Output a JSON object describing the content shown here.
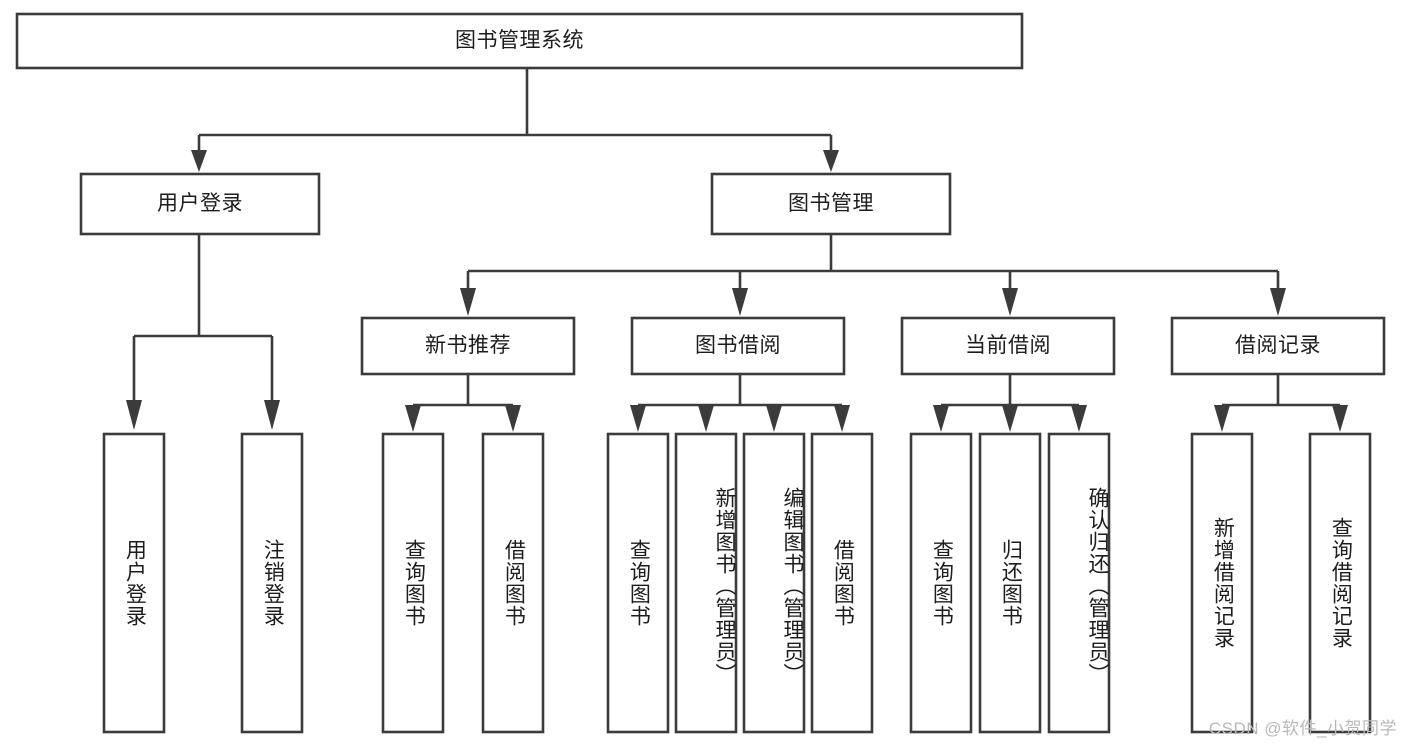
{
  "diagram": {
    "type": "tree",
    "title": "图书管理系统",
    "colors": {
      "box_stroke": "#3b3b3b",
      "box_fill": "#ffffff",
      "text": "#1d1d1d",
      "background": "#ffffff",
      "watermark": "#b9b9b9"
    },
    "root": {
      "label": "图书管理系统"
    },
    "level2": [
      {
        "label": "用户登录"
      },
      {
        "label": "图书管理"
      }
    ],
    "level3": [
      {
        "label": "新书推荐"
      },
      {
        "label": "图书借阅"
      },
      {
        "label": "当前借阅"
      },
      {
        "label": "借阅记录"
      }
    ],
    "leaves": {
      "user_login": [
        {
          "label": "用户登录"
        },
        {
          "label": "注销登录"
        }
      ],
      "new_book_recommend": [
        {
          "label": "查询图书"
        },
        {
          "label": "借阅图书"
        }
      ],
      "book_borrow": [
        {
          "label": "查询图书"
        },
        {
          "label": "新增图书（管理员）"
        },
        {
          "label": "编辑图书（管理员）"
        },
        {
          "label": "借阅图书"
        }
      ],
      "current_borrow": [
        {
          "label": "查询图书"
        },
        {
          "label": "归还图书"
        },
        {
          "label": "确认归还（管理员）"
        }
      ],
      "borrow_record": [
        {
          "label": "新增借阅记录"
        },
        {
          "label": "查询借阅记录"
        }
      ]
    }
  },
  "watermark": {
    "text": "CSDN @软件_小贺同学"
  }
}
